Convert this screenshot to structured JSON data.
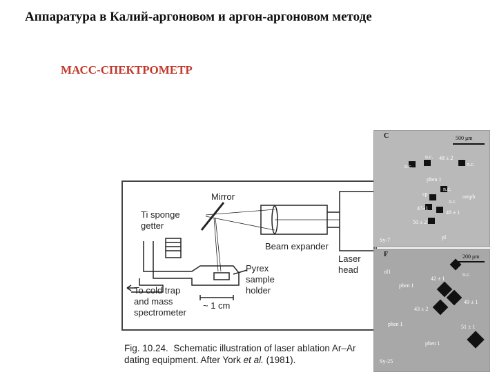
{
  "title": "Аппаратура в Калий-аргоновом и аргон-аргоновом методе",
  "subtitle": "МАСС-СПЕКТРОМЕТР",
  "schematic": {
    "mirror": "Mirror",
    "ti_sponge_1": "Ti sponge",
    "ti_sponge_2": "getter",
    "beam_expander": "Beam expander",
    "laser_1": "Laser",
    "laser_2": "head",
    "pyrex_1": "Pyrex",
    "pyrex_2": "sample",
    "pyrex_3": "holder",
    "scale": "~ 1 cm",
    "cold_1": "To cold trap",
    "cold_2": "and mass",
    "cold_3": "spectrometer"
  },
  "caption": {
    "line1_fig": "Fig. 10.24.",
    "line1_text": "Schematic illustration of laser ablation Ar–Ar",
    "line2_pre": "dating equipment. After York ",
    "line2_etal": "et al.",
    "line2_post": " (1981)."
  },
  "panel_c": {
    "label": "C",
    "scale": "500 μm",
    "sample": "Sy-7",
    "points": [
      "n.c.",
      "48 ± 2",
      "n.c.",
      "n.c.",
      "phen 1",
      "n.c.",
      "cp",
      "n.c.",
      "omph",
      "47±1",
      "48 ± 1",
      "50 ± 2",
      "pl"
    ]
  },
  "panel_f": {
    "label": "F",
    "scale": "200 μm",
    "sample": "Sy-25",
    "points": [
      "ol1",
      "n.c.",
      "42 ± 1",
      "phen 1",
      "49 ± 1",
      "43 ± 2",
      "phen 1",
      "51 ± 1",
      "phen 1"
    ]
  }
}
